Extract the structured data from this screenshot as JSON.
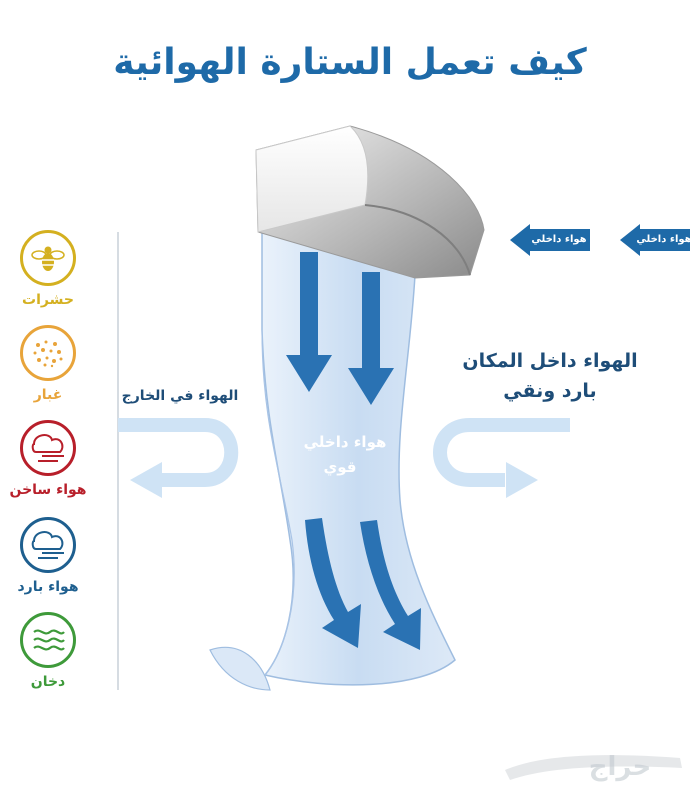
{
  "title": "كيف تعمل الستارة الهوائية",
  "inside_air_tag": "هواء داخلي",
  "outside_air_label": "الهواء في الخارج",
  "inside_space_label_line1": "الهواء داخل المكان",
  "inside_space_label_line2": "بارد ونقي",
  "curtain_label_line1": "هواء داخلي",
  "curtain_label_line2": "قوي",
  "blocked_items": [
    {
      "label": "حشرات",
      "icon": "bee-icon",
      "color": "#d4b020"
    },
    {
      "label": "غبار",
      "icon": "dust-icon",
      "color": "#e8a43a"
    },
    {
      "label": "هواء ساخن",
      "icon": "hot-air-icon",
      "color": "#b81f2a"
    },
    {
      "label": "هواء بارد",
      "icon": "cold-air-icon",
      "color": "#1e5f8f"
    },
    {
      "label": "دخان",
      "icon": "smoke-icon",
      "color": "#3e9a3a"
    }
  ],
  "watermark": "حراج",
  "colors": {
    "brand_blue": "#1e6aa8",
    "light_blue": "#cfe3f5"
  }
}
